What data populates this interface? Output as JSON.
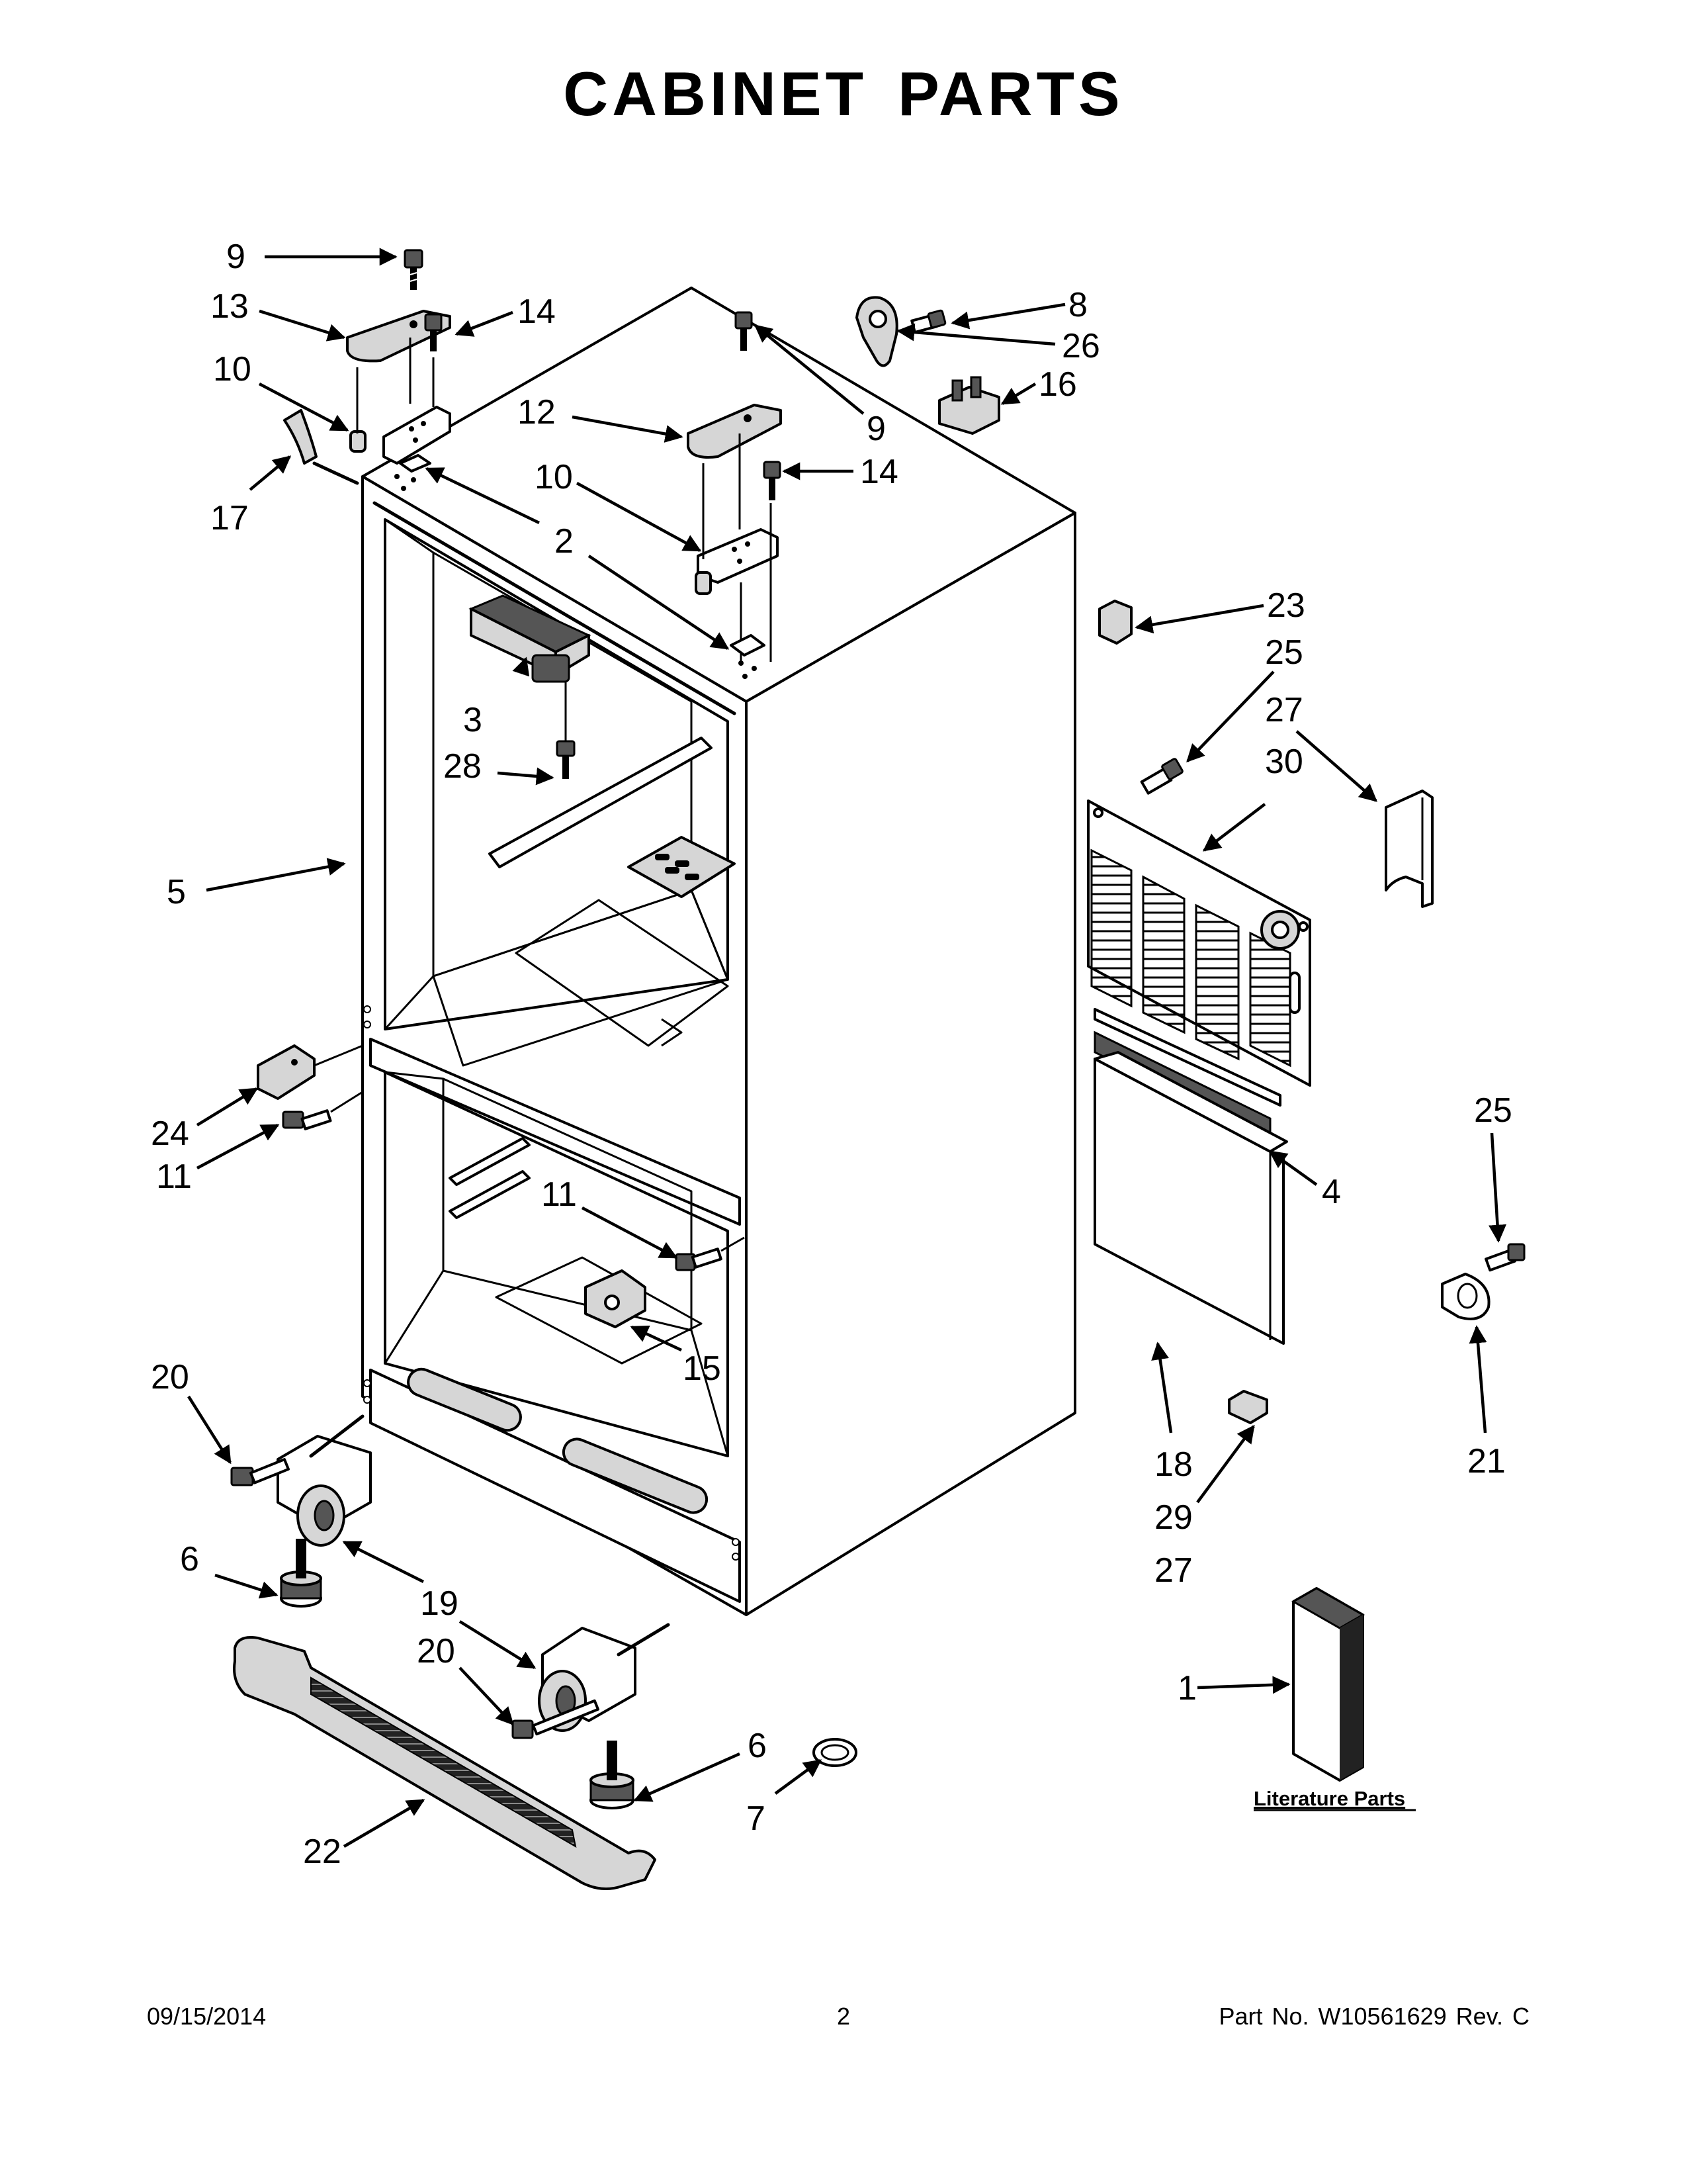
{
  "title": "CABINET PARTS",
  "literature_label": "Literature Parts",
  "footer": {
    "date": "09/15/2014",
    "page": "2",
    "part_number": "Part No.  W10561629  Rev.  C"
  },
  "callouts": [
    {
      "id": "c9a",
      "label": "9"
    },
    {
      "id": "c13",
      "label": "13"
    },
    {
      "id": "c14a",
      "label": "14"
    },
    {
      "id": "c10a",
      "label": "10"
    },
    {
      "id": "c17",
      "label": "17"
    },
    {
      "id": "c8",
      "label": "8"
    },
    {
      "id": "c26",
      "label": "26"
    },
    {
      "id": "c16",
      "label": "16"
    },
    {
      "id": "c12",
      "label": "12"
    },
    {
      "id": "c9b",
      "label": "9"
    },
    {
      "id": "c10b",
      "label": "10"
    },
    {
      "id": "c14b",
      "label": "14"
    },
    {
      "id": "c2",
      "label": "2"
    },
    {
      "id": "c23",
      "label": "23"
    },
    {
      "id": "c25a",
      "label": "25"
    },
    {
      "id": "c27a",
      "label": "27"
    },
    {
      "id": "c30",
      "label": "30"
    },
    {
      "id": "c3",
      "label": "3"
    },
    {
      "id": "c28",
      "label": "28"
    },
    {
      "id": "c5",
      "label": "5"
    },
    {
      "id": "c24",
      "label": "24"
    },
    {
      "id": "c11a",
      "label": "11"
    },
    {
      "id": "c11b",
      "label": "11"
    },
    {
      "id": "c15",
      "label": "15"
    },
    {
      "id": "c4",
      "label": "4"
    },
    {
      "id": "c25b",
      "label": "25"
    },
    {
      "id": "c21",
      "label": "21"
    },
    {
      "id": "c20a",
      "label": "20"
    },
    {
      "id": "c18",
      "label": "18"
    },
    {
      "id": "c29",
      "label": "29"
    },
    {
      "id": "c27b",
      "label": "27"
    },
    {
      "id": "c6a",
      "label": "6"
    },
    {
      "id": "c19",
      "label": "19"
    },
    {
      "id": "c20b",
      "label": "20"
    },
    {
      "id": "c1",
      "label": "1"
    },
    {
      "id": "c6b",
      "label": "6"
    },
    {
      "id": "c7",
      "label": "7"
    },
    {
      "id": "c22",
      "label": "22"
    }
  ]
}
